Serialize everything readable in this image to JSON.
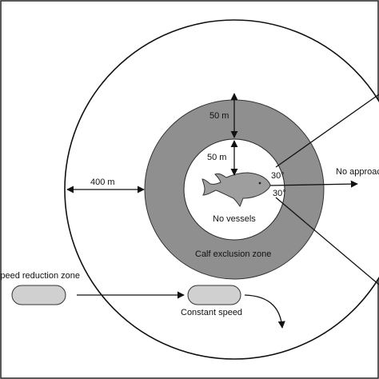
{
  "labels": {
    "distance_outer": "400 m",
    "distance_upper": "50 m",
    "distance_lower": "50 m",
    "angle_upper": "30°",
    "angle_lower": "30°",
    "no_approach": "No approach",
    "no_vessels": "No vessels",
    "calf_exclusion_zone": "Calf exclusion zone",
    "speed_reduction_zone": "Speed reduction zone",
    "constant_speed": "Constant speed"
  },
  "colors": {
    "calf_exclusion_fill": "#8f8f8f",
    "whale_fill": "#9e9e9e",
    "vessel_fill": "#d0d0d0",
    "line": "#111111"
  }
}
